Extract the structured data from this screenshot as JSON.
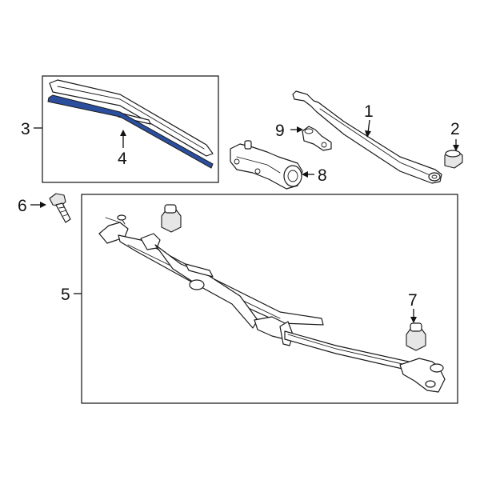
{
  "diagram": {
    "callouts": [
      {
        "id": "c1",
        "label": "1"
      },
      {
        "id": "c2",
        "label": "2"
      },
      {
        "id": "c3",
        "label": "3"
      },
      {
        "id": "c4",
        "label": "4"
      },
      {
        "id": "c5",
        "label": "5"
      },
      {
        "id": "c6",
        "label": "6"
      },
      {
        "id": "c7",
        "label": "7"
      },
      {
        "id": "c8",
        "label": "8"
      },
      {
        "id": "c9",
        "label": "9"
      }
    ],
    "colors": {
      "highlight": "#2b4f9e",
      "line": "#1a1a1a",
      "background": "#ffffff"
    }
  }
}
